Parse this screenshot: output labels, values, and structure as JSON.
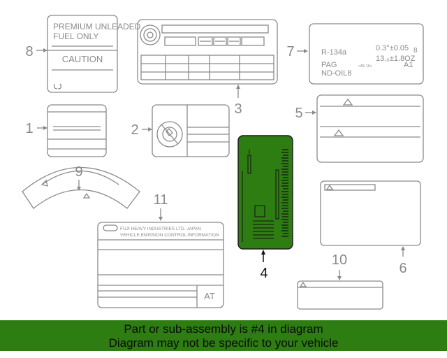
{
  "diagram": {
    "callouts": [
      "1",
      "2",
      "3",
      "4",
      "5",
      "6",
      "7",
      "8",
      "9",
      "10",
      "11"
    ],
    "highlighted_part": "4",
    "highlight_color": "#2e7d12",
    "line_color": "#8a8a8a",
    "label_8": {
      "line1": "PREMIUM UNLEADED",
      "line2": "FUEL ONLY",
      "caution": "CAUTION"
    },
    "label_7": {
      "refrigerant": "R-134a",
      "charge_1": "0.3°±0.05",
      "charge_1_suffix": "8",
      "charge_2": "13.₀±1.8OZ",
      "oil": "PAG",
      "oil_code": "ND-OIL8",
      "small": "<AE 16>",
      "grade": "A1"
    },
    "label_11": {
      "line1": "FUJI HEAVY INDUSTRIES LTD. JAPAN",
      "line2": "VEHICLE EMISSION CONTROL INFORMATION",
      "trans": "AT"
    }
  },
  "banner": {
    "line1": "Part or sub-assembly is #4 in diagram",
    "line2": "Diagram may not be specific to your vehicle",
    "background": "#2e7d12"
  }
}
